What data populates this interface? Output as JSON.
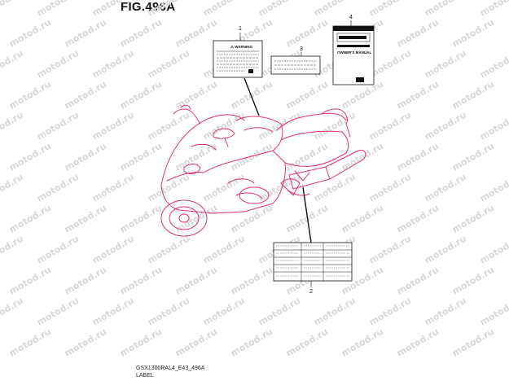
{
  "figure": {
    "title": "FIG.496A",
    "code": "GSX1300RAL4_E43_496A",
    "name": "LABEL"
  },
  "callouts": [
    "1",
    "2",
    "3",
    "4"
  ],
  "label_text": {
    "warning": "⚠ WARNING",
    "manual": "OWNER'S MANUAL"
  },
  "watermark": "motod.ru",
  "colors": {
    "outline": "#111111",
    "watermark": "#d8d8d8",
    "accent": "#e0307a"
  }
}
